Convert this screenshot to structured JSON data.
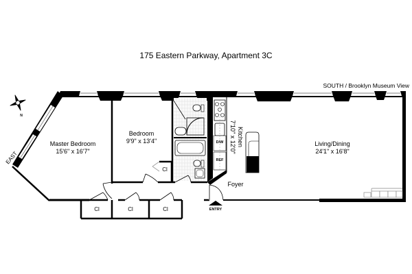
{
  "title": "175 Eastern Parkway, Apartment 3C",
  "orientation": {
    "south_label": "SOUTH / Brooklyn Museum View",
    "east_label": "EAST",
    "compass_label": "N"
  },
  "rooms": {
    "master_bedroom": {
      "name": "Master Bedroom",
      "size": "15'6\" x 16'7\""
    },
    "bedroom": {
      "name": "Bedroom",
      "size": "9'9\" x 13'4\""
    },
    "kitchen": {
      "name": "Kitchen",
      "size": "7'10\" x 12'0\""
    },
    "living_dining": {
      "name": "Living/Dining",
      "size": "24'1\" x 16'8\""
    },
    "foyer": {
      "name": "Foyer"
    }
  },
  "appliances": {
    "dishwasher": "D/W",
    "refrigerator": "REF"
  },
  "closets": [
    "Cl",
    "Cl",
    "Cl",
    "Cl"
  ],
  "entry_label": "ENTRY"
}
